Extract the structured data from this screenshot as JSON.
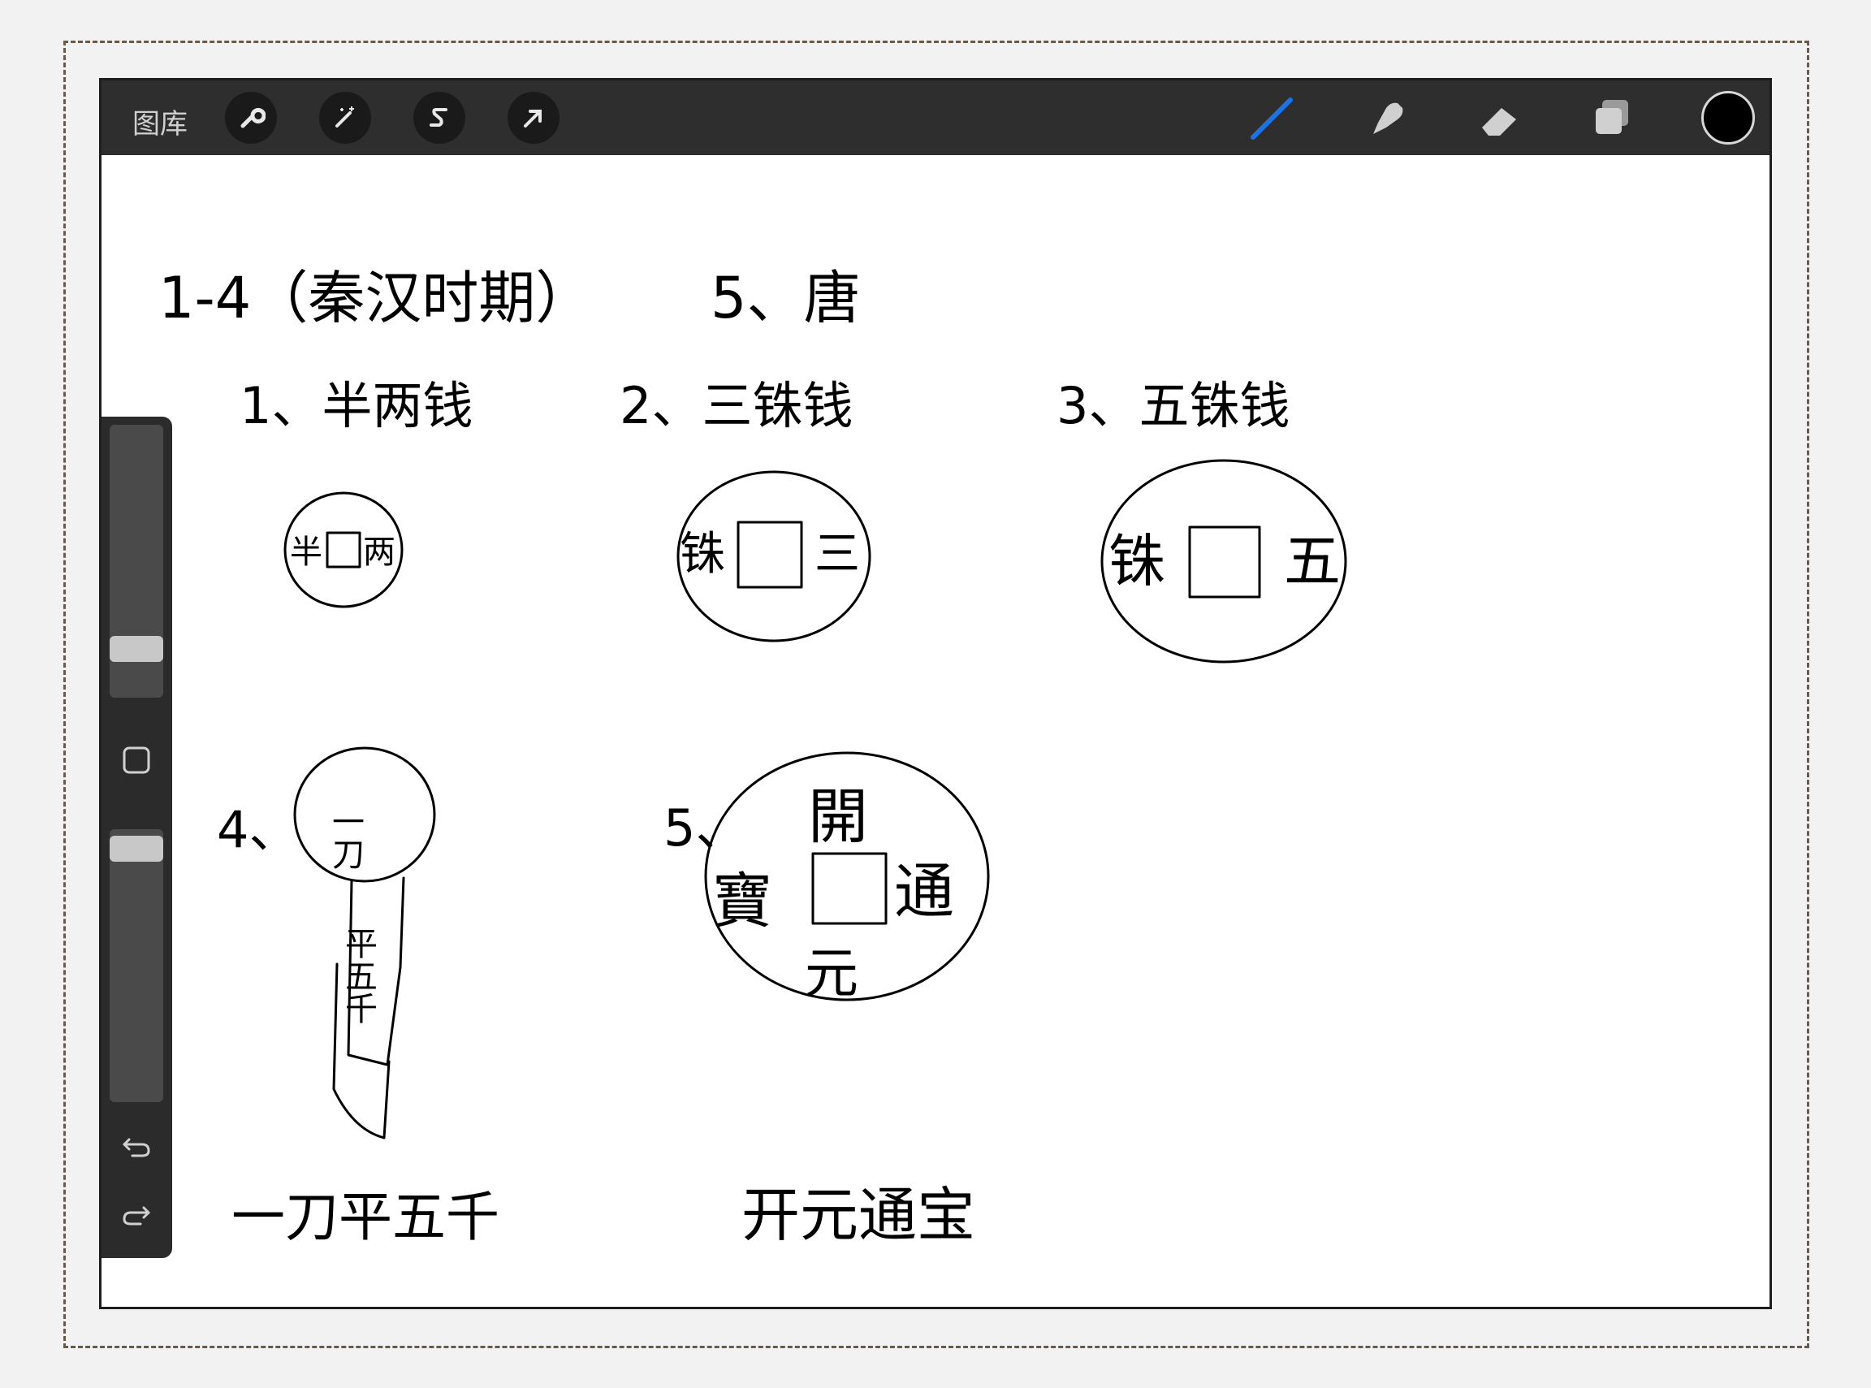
{
  "toolbar": {
    "gallery_label": "图库",
    "left_icons": [
      "wrench-icon",
      "magic-wand-icon",
      "selection-icon",
      "transform-arrow-icon"
    ],
    "right_icons": [
      "brush-icon",
      "smudge-icon",
      "eraser-icon",
      "layers-icon"
    ],
    "active_tool_color": "#1a73e8",
    "current_color": "#000000"
  },
  "sidebar": {
    "icons": [
      "modify-square-icon",
      "undo-icon",
      "redo-icon"
    ]
  },
  "canvas": {
    "heading_left": "1-4（秦汉时期）",
    "heading_right": "5、唐",
    "coins": [
      {
        "label": "1、半两钱",
        "chars_left": "半",
        "chars_right": "两"
      },
      {
        "label": "2、三铢钱",
        "chars_left": "铢",
        "chars_right": "三"
      },
      {
        "label": "3、五铢钱",
        "chars_left": "铢",
        "chars_right": "五"
      },
      {
        "label": "4、",
        "caption": "一刀平五千",
        "chars_top": "一刀",
        "chars_blade": "平五千"
      },
      {
        "label": "5、",
        "caption": "开元通宝",
        "chars_top": "開",
        "chars_left": "寶",
        "chars_right": "通",
        "chars_bottom": "元"
      }
    ]
  }
}
